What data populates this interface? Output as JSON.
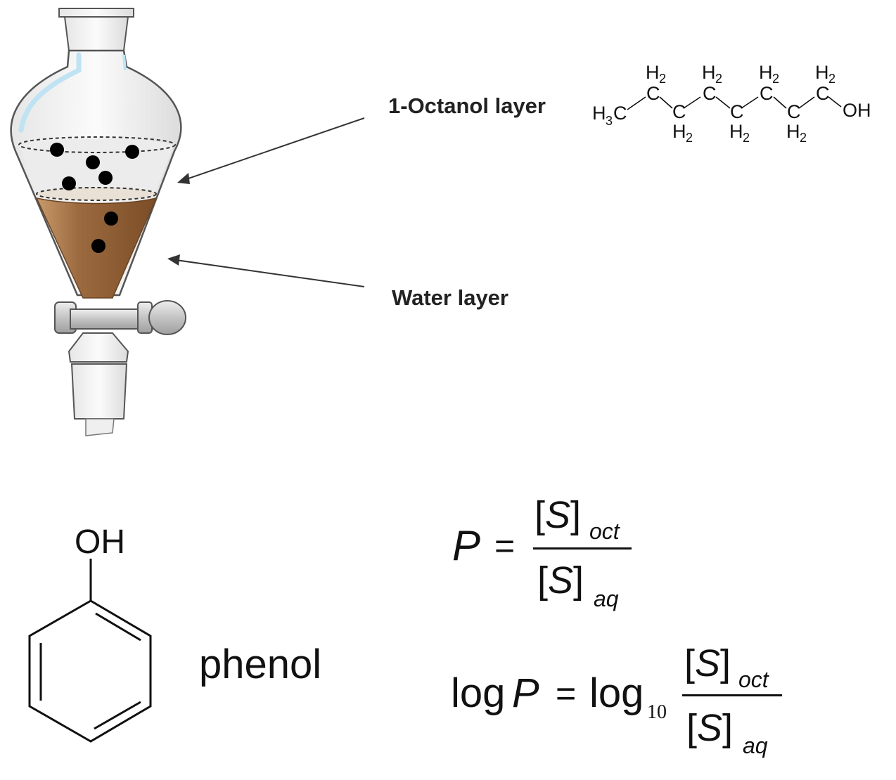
{
  "labels": {
    "octanol_layer": "1-Octanol layer",
    "water_layer": "Water layer",
    "phenol": "phenol"
  },
  "octanol_structure": {
    "h2": "H",
    "h2_sub": "2",
    "h3c_h": "H",
    "h3c_sub": "3",
    "h3c_c": "C",
    "c": "C",
    "oh": "OH"
  },
  "phenol_structure": {
    "oh": "OH"
  },
  "equation_p": {
    "lhs": "P",
    "equals": "=",
    "numerator": "[S]",
    "numerator_sub": "oct",
    "denominator": "[S]",
    "denominator_sub": "aq"
  },
  "equation_logp": {
    "log": "log",
    "lhs": "P",
    "equals": "=",
    "log10": "log",
    "log10_sub": "10",
    "numerator": "[S]",
    "numerator_sub": "oct",
    "denominator": "[S]",
    "denominator_sub": "aq"
  },
  "colors": {
    "water": "#9c6a3f",
    "glass_outline": "#555555",
    "glass_fill": "#f3f3f3",
    "highlight": "#bfe3f2",
    "dot": "#000000",
    "stopcock": "#c9c9c9"
  }
}
